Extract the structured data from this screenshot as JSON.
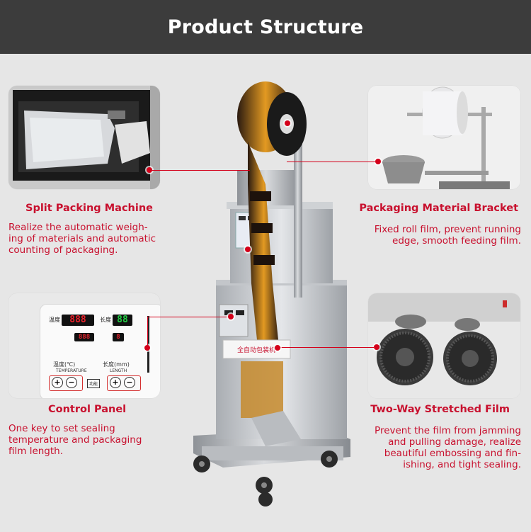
{
  "header": {
    "title": "Product Structure"
  },
  "features": {
    "split": {
      "title": "Split Packing Machine",
      "desc": [
        "Realize the automatic weigh-",
        "ing of materials and automatic",
        "counting of packaging."
      ]
    },
    "bracket": {
      "title": "Packaging Material Bracket",
      "desc": [
        "Fixed roll film, prevent running",
        "edge, smooth feeding film."
      ]
    },
    "control": {
      "title": "Control Panel",
      "desc": [
        "One key to set sealing",
        "temperature and packaging",
        "film length."
      ]
    },
    "film": {
      "title": "Two-Way Stretched Film",
      "desc": [
        "Prevent the film from jamming",
        "and pulling damage, realize",
        "beautiful embossing and fin-",
        "ishing, and tight sealing."
      ]
    }
  },
  "control_panel": {
    "temp_cn": "温度(℃)",
    "temp_en": "TEMPERATURE",
    "len_cn": "长度(mm)",
    "len_en": "LENGTH",
    "disp_left": "888",
    "disp_right": "88",
    "disp_left_small": "888",
    "disp_right_small": "8",
    "lbl_temp": "温度",
    "lbl_len": "长度",
    "plus": "+",
    "minus": "−",
    "mid_btn": "功能"
  },
  "machine": {
    "front_label": "全自动包装机"
  },
  "colors": {
    "accent": "#c8102e",
    "header_bg": "#3c3c3c",
    "dot": "#d4001a"
  }
}
